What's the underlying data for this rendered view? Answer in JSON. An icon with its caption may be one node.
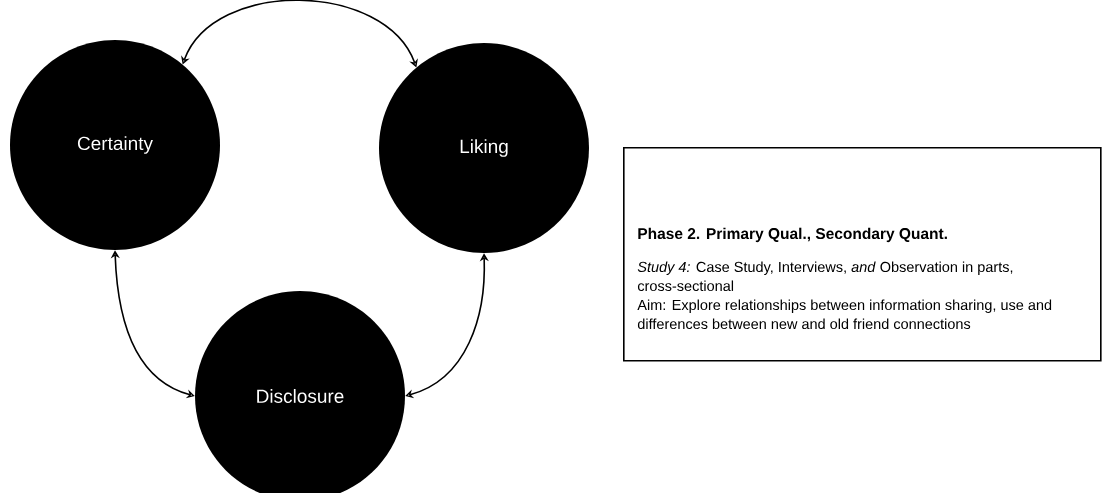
{
  "diagram": {
    "nodes": [
      {
        "text": [
          "Certainty"
        ]
      },
      {
        "text": [
          "Liking"
        ]
      },
      {
        "text": [
          "Disclosure"
        ]
      },
      {
        "text": [
          "Phase 2. Primary Qual., Secondary Quant.",
          "*Study 4:* Case Study, Interviews, *and* Observation in parts, cross-sectional",
          "Aim: Explore relationships between information sharing, use and differences between new and old friend connections"
        ]
      }
    ],
    "edges": [
      {
        "from": 0,
        "to": 1,
        "arrow": "both"
      },
      {
        "from": 0,
        "to": 2,
        "arrow": "both"
      },
      {
        "from": 2,
        "to": 1,
        "arrow": "both"
      }
    ]
  }
}
